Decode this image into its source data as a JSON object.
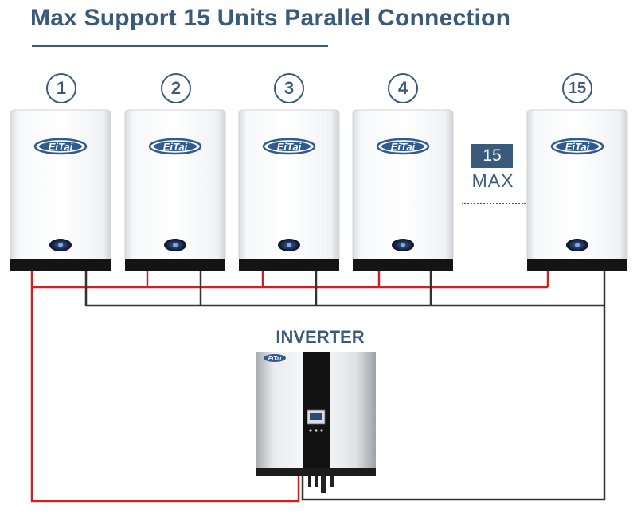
{
  "title": "Max Support 15 Units Parallel Connection",
  "batteries": [
    {
      "number": "1",
      "brand": "EiTai"
    },
    {
      "number": "2",
      "brand": "EiTai"
    },
    {
      "number": "3",
      "brand": "EiTai"
    },
    {
      "number": "4",
      "brand": "EiTai"
    },
    {
      "number": "15",
      "brand": "EiTai"
    }
  ],
  "max_indicator": {
    "count": "15",
    "label": "MAX"
  },
  "inverter": {
    "label": "INVERTER",
    "brand": "EiTai"
  },
  "colors": {
    "title": "#3a5a7c",
    "positive_wire": "#cc2222",
    "negative_wire": "#333333",
    "logo": "#2f5b8f"
  }
}
